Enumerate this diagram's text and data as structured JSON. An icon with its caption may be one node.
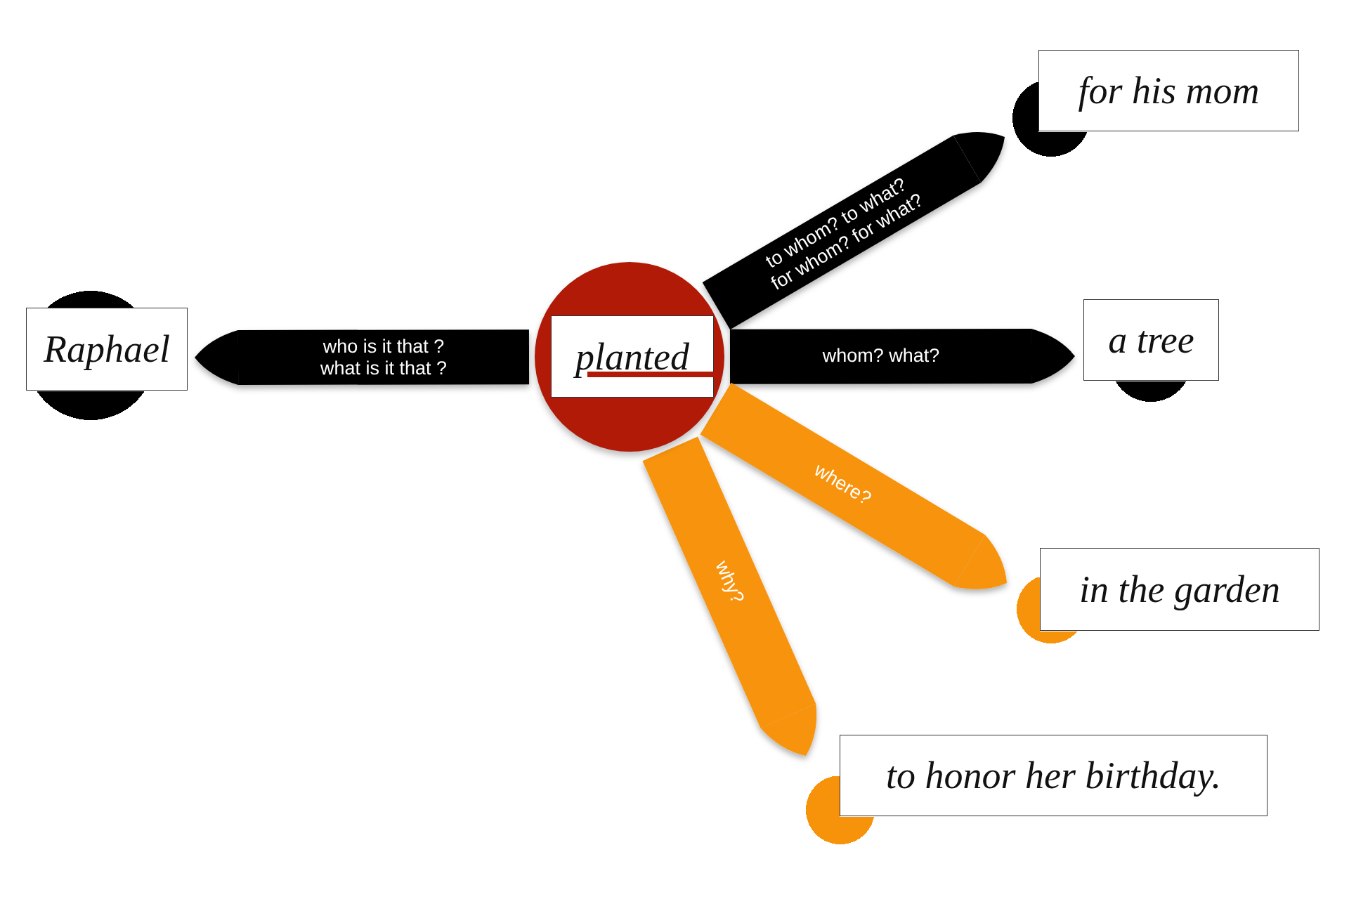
{
  "diagram": {
    "nodes": [
      {
        "text": [
          "planted"
        ]
      },
      {
        "text": [
          "Raphael"
        ]
      },
      {
        "text": [
          "for his mom"
        ]
      },
      {
        "text": [
          "a tree"
        ]
      },
      {
        "text": [
          "in the garden"
        ]
      },
      {
        "text": [
          "to honor her birthday."
        ]
      },
      {
        "text": [],
        "shape": "circle"
      },
      {
        "text": [],
        "shape": "circle"
      },
      {
        "text": [],
        "shape": "circle"
      },
      {
        "text": [],
        "shape": "circle"
      },
      {
        "text": [],
        "shape": "circle"
      }
    ],
    "edges": [
      {
        "from": 0,
        "to": 1,
        "arrow": "to",
        "label": "who is it that ? what is it that ?"
      },
      {
        "from": 0,
        "to": 2,
        "arrow": "to",
        "label": "to whom? to what? for whom? for what?"
      },
      {
        "from": 0,
        "to": 3,
        "arrow": "to",
        "label": "whom? what?"
      },
      {
        "from": 0,
        "to": 4,
        "arrow": "to",
        "label": "where?",
        "color": "#f7930a"
      },
      {
        "from": 0,
        "to": 5,
        "arrow": "to",
        "label": "why?",
        "color": "#f7930a"
      }
    ]
  }
}
